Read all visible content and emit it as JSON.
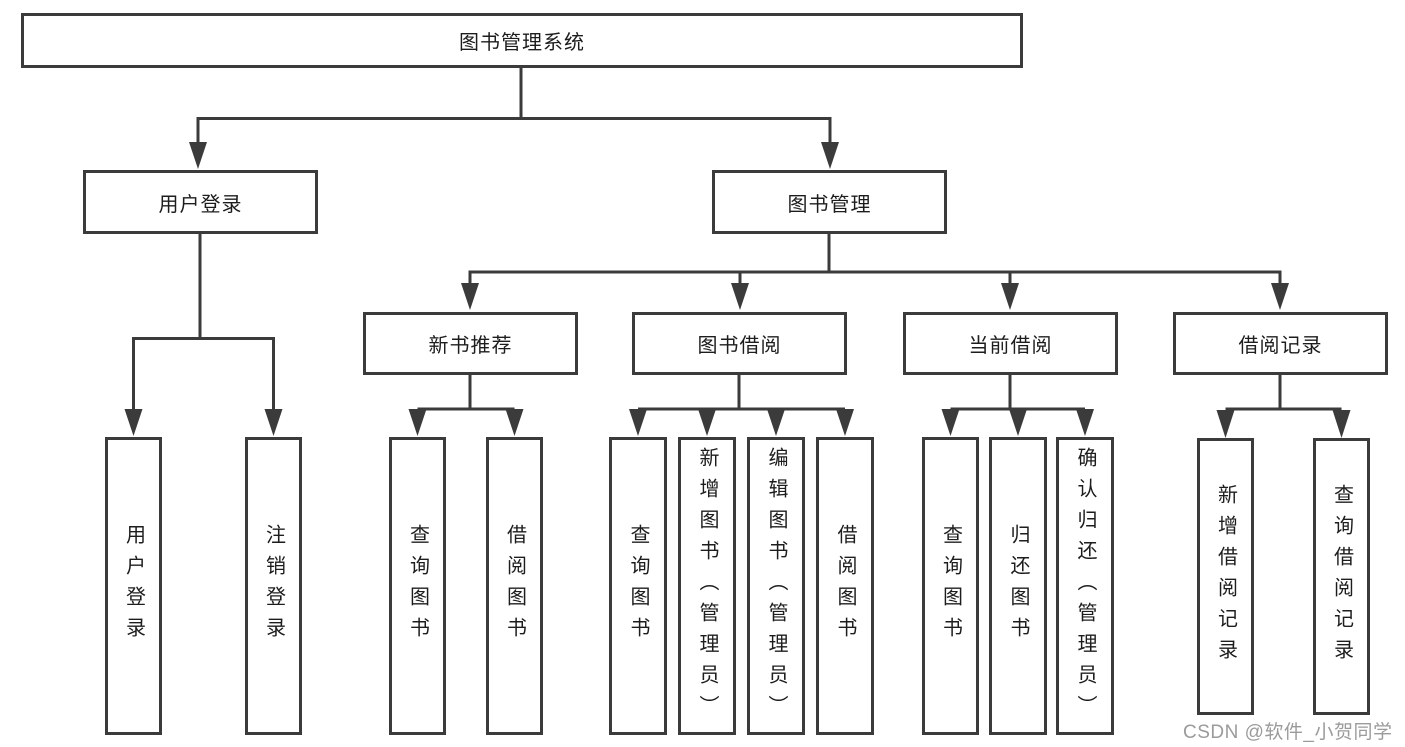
{
  "diagram": {
    "root": {
      "label": "图书管理系统"
    },
    "branches": [
      {
        "label": "用户登录",
        "children": [
          {
            "label": "用户登录"
          },
          {
            "label": "注销登录"
          }
        ]
      },
      {
        "label": "图书管理",
        "children": [
          {
            "label": "新书推荐",
            "children": [
              {
                "label": "查询图书"
              },
              {
                "label": "借阅图书"
              }
            ]
          },
          {
            "label": "图书借阅",
            "children": [
              {
                "label": "查询图书"
              },
              {
                "label": "新增图书（管理员）"
              },
              {
                "label": "编辑图书（管理员）"
              },
              {
                "label": "借阅图书"
              }
            ]
          },
          {
            "label": "当前借阅",
            "children": [
              {
                "label": "查询图书"
              },
              {
                "label": "归还图书"
              },
              {
                "label": "确认归还（管理员）"
              }
            ]
          },
          {
            "label": "借阅记录",
            "children": [
              {
                "label": "新增借阅记录"
              },
              {
                "label": "查询借阅记录"
              }
            ]
          }
        ]
      }
    ]
  },
  "watermark": {
    "text": "CSDN @软件_小贺同学"
  },
  "colors": {
    "border": "#3b3b3b",
    "text": "#1d1d1d",
    "background": "#ffffff",
    "watermark_text": "#9b9b9b"
  }
}
